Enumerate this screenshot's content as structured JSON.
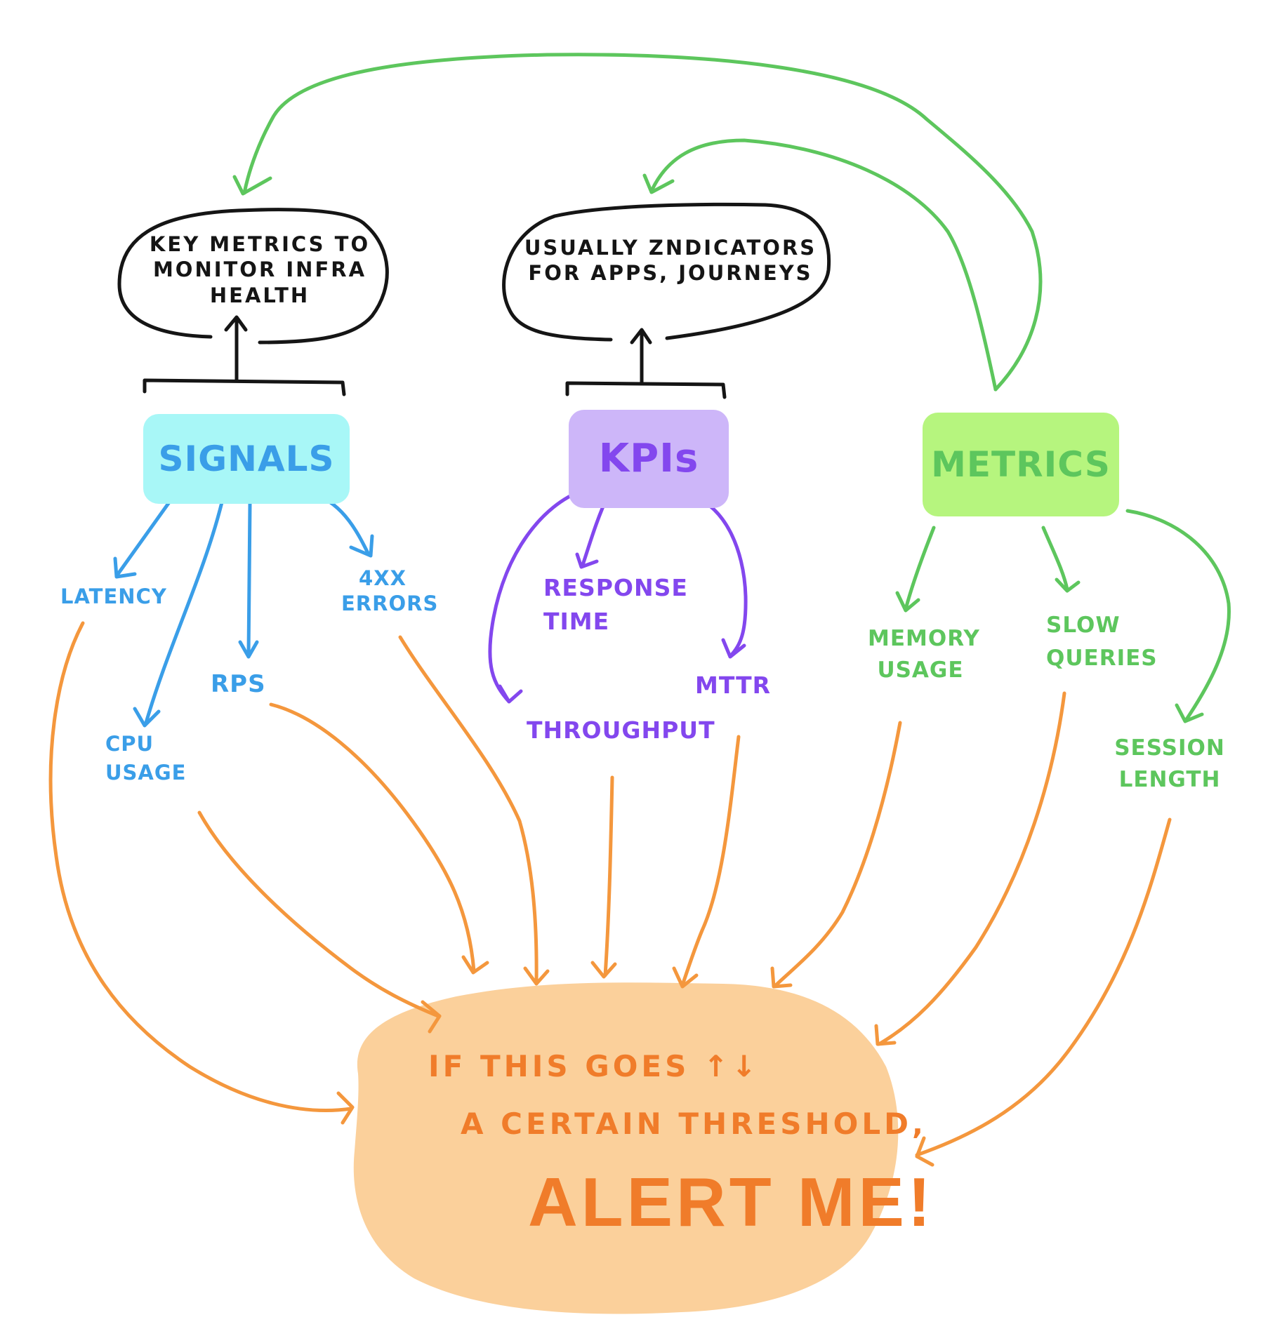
{
  "colors": {
    "signals_box": "#a8f7f7",
    "signals_text": "#3a9ee8",
    "kpis_box": "#cdb6f9",
    "kpis_text": "#8347ee",
    "metrics_box": "#b6f57e",
    "metrics_text": "#5dc65d",
    "alert_blob": "#fbd09b",
    "alert_text": "#f07c2a",
    "alert_arrows": "#f4973d",
    "note_outline": "#151515"
  },
  "notes": {
    "infra": "KEY METRICS TO\nMONITOR INFRA\nHEALTH",
    "apps": "USUALLY ZNDICATORS\nFOR APPS, JOURNEYS"
  },
  "hubs": {
    "signals": "SIGNALS",
    "kpis": "KPIs",
    "metrics": "METRICS"
  },
  "signals_items": {
    "latency": "LATENCY",
    "cpu_usage": "CPU\nUSAGE",
    "rps": "RPS",
    "errors_4xx": "4XX\nERRORS"
  },
  "kpis_items": {
    "response_time": "RESPONSE\nTIME",
    "throughput": "THROUGHPUT",
    "mttr": "MTTR"
  },
  "metrics_items": {
    "memory_usage": "MEMORY\nUSAGE",
    "slow_queries": "SLOW\nQUERIES",
    "session_length": "SESSION\nLENGTH"
  },
  "alert": {
    "line1": "IF THIS GOES ↑↓",
    "line2": "A CERTAIN THRESHOLD,",
    "line3": "ALERT ME!"
  }
}
